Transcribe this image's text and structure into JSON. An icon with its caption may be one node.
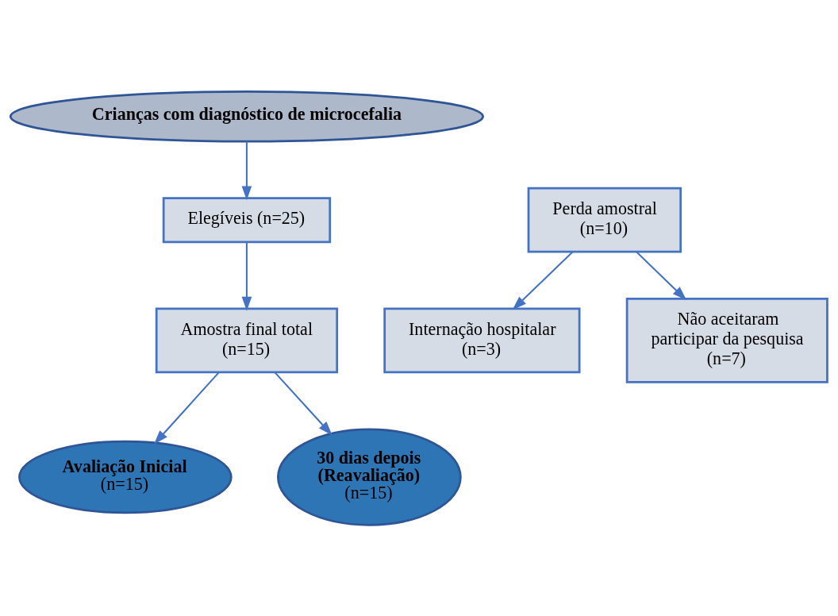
{
  "diagram": {
    "nodes": [
      {
        "text": [
          "Crianças com diagnóstico de microcefalia"
        ]
      },
      {
        "text": [
          "Elegíveis (n=25)"
        ]
      },
      {
        "text": [
          "Perda amostral (n=10)"
        ]
      },
      {
        "text": [
          "Internação hospitalar (n=3)"
        ]
      },
      {
        "text": [
          "Não aceitaram participar da pesquisa (n=7)"
        ]
      },
      {
        "text": [
          "Amostra final total",
          "(n=15)"
        ]
      },
      {
        "text": [
          "Avaliação Inicial",
          "(n=15)"
        ]
      },
      {
        "text": [
          "30 dias depois (Reavaliação)",
          "(n=15)"
        ]
      }
    ],
    "edges": [
      {
        "from": 0,
        "to": 1,
        "arrow": "to"
      },
      {
        "from": 1,
        "to": 5,
        "arrow": "to"
      },
      {
        "from": 2,
        "to": 3,
        "arrow": "to"
      },
      {
        "from": 2,
        "to": 4,
        "arrow": "to"
      },
      {
        "from": 5,
        "to": 6,
        "arrow": "to"
      },
      {
        "from": 5,
        "to": 7,
        "arrow": "to"
      }
    ]
  }
}
